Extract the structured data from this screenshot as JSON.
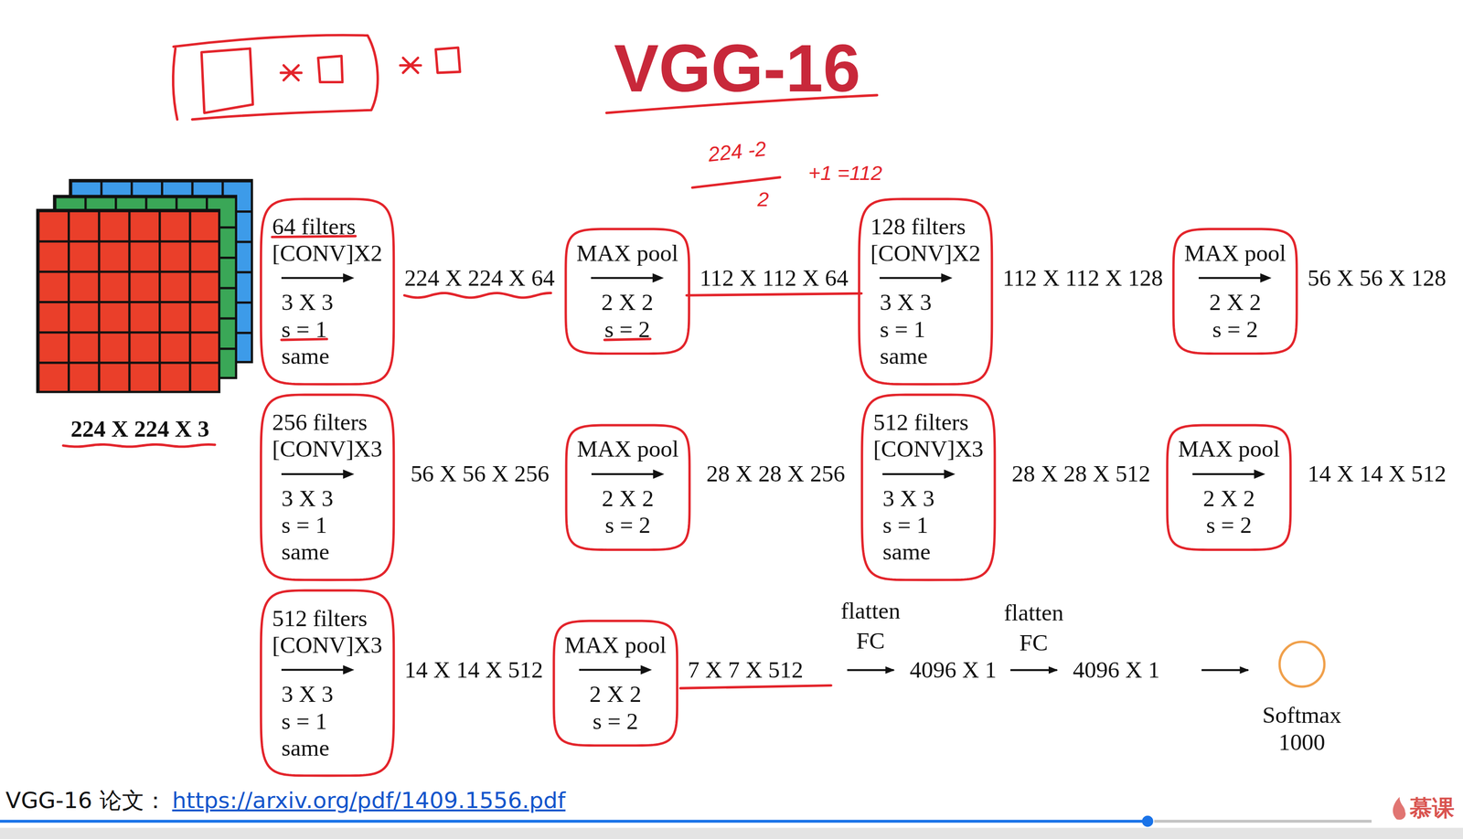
{
  "diagram": {
    "title": "VGG-16",
    "caption": "VGG-16 论文：",
    "nodes": [
      {
        "text": [
          "64 filters",
          "[CONV]X2",
          "3 X 3",
          "s = 1",
          "same"
        ]
      },
      {
        "text": [
          "MAX pool",
          "2 X 2",
          "s = 2"
        ]
      },
      {
        "text": [
          "128 filters",
          "[CONV]X2",
          "3 X 3",
          "s = 1",
          "same"
        ]
      },
      {
        "text": [
          "MAX pool",
          "2 X 2",
          "s = 2"
        ]
      },
      {
        "text": [
          "256 filters",
          "[CONV]X3",
          "3 X 3",
          "s = 1",
          "same"
        ]
      },
      {
        "text": [
          "MAX pool",
          "2 X 2",
          "s = 2"
        ]
      },
      {
        "text": [
          "512 filters",
          "[CONV]X3",
          "3 X 3",
          "s = 1",
          "same"
        ]
      },
      {
        "text": [
          "MAX pool",
          "2 X 2",
          "s = 2"
        ]
      },
      {
        "text": [
          "512 filters",
          "[CONV]X3",
          "3 X 3",
          "s = 1",
          "same"
        ]
      },
      {
        "text": [
          "MAX pool",
          "2 X 2",
          "s = 2"
        ]
      },
      {
        "text": [
          "Softmax",
          "1000"
        ]
      }
    ],
    "labels": [
      "224 X 224 X 3",
      "224 X 224 X 64",
      "112 X 112 X 64",
      "112 X 112 X 128",
      "56 X 56 X 128",
      "56 X 56 X 256",
      "28 X 28 X 256",
      "28 X 28 X 512",
      "14 X 14 X 512",
      "14 X 14 X 512",
      "7 X 7 X 512",
      "flatten",
      "FC",
      "4096 X 1",
      "flatten",
      "FC",
      "4096 X 1",
      "224 -2",
      "2",
      "+1 =112",
      "https://arxiv.org/pdf/1409.1556.pdf",
      "慕课"
    ]
  }
}
